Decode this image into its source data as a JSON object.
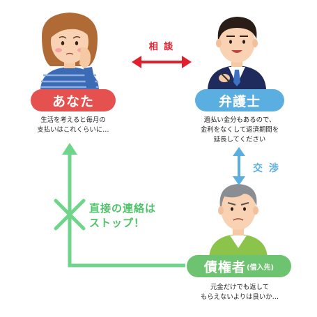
{
  "diagram": {
    "consult_label": "相 談",
    "negotiate_label": "交 渉",
    "stop_label": [
      "直接の連絡は",
      "ストップ！"
    ],
    "you": {
      "title": "あなた",
      "caption": [
        "生活を考えると毎月の",
        "支払いはこれくらいに…"
      ]
    },
    "lawyer": {
      "title": "弁護士",
      "caption": [
        "過払い金分もあるので、",
        "金利をなくして返済期間を",
        "延長してください"
      ]
    },
    "creditor": {
      "title": "債権者",
      "title_sub": "(借入先)",
      "caption": [
        "元金だけでも返して",
        "もらえないよりは良いか…"
      ]
    },
    "colors": {
      "you_pill": "#e4514f",
      "lawyer_pill": "#5aaee0",
      "creditor_pill": "#6dc36f",
      "consult_arrow": "#e0202e",
      "negotiate_arrow": "#5aaee0",
      "stop_arrow": "#6fd58a",
      "stop_text": "#4fc36a"
    }
  }
}
